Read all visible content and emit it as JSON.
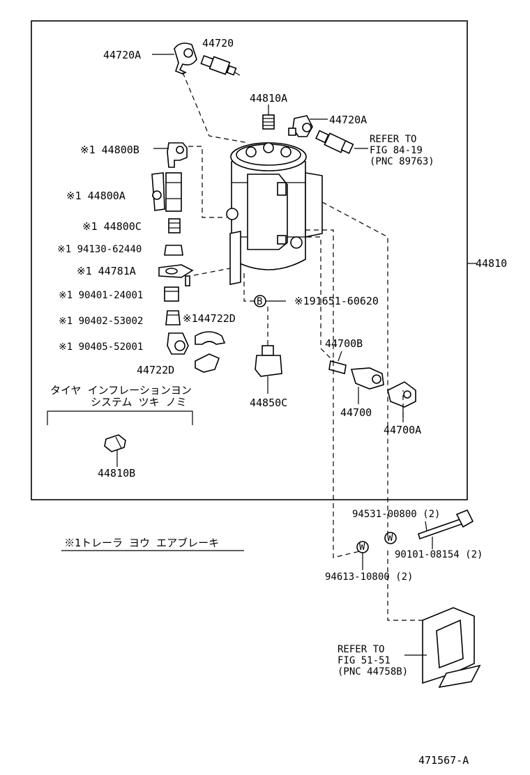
{
  "diagram": {
    "labels": {
      "p44720": "44720",
      "p44720A_top": "44720A",
      "p44810A_top": "44810A",
      "p44720A_right": "44720A",
      "refer1_line1": "REFER TO",
      "refer1_line2": "FIG 84-19",
      "refer1_line3": "(PNC 89763)",
      "p44800B": "※1 44800B",
      "p44800A": "※1 44800A",
      "p44800C": "※1 44800C",
      "p94130": "※1 94130-62440",
      "p44781A": "※1 44781A",
      "p90401": "※1 90401-24001",
      "p90402": "※1 90402-53002",
      "p44722D_top": "※144722D",
      "p90405": "※1 90405-52001",
      "p44722D_bottom": "44722D",
      "p91651": "※191651-60620",
      "p44810": "44810",
      "p44700B": "44700B",
      "p44700": "44700",
      "p44700A": "44700A",
      "p44850C": "44850C",
      "jp_line1": "タイヤ インフレーションヨン",
      "jp_line2": "システム ツキ ノミ",
      "p44810B": "44810B",
      "footnote": "※1トレーラ ヨウ エアブレーキ",
      "p94531": "94531-00800 (2)",
      "p90101": "90101-08154 (2)",
      "p94613": "94613-10800 (2)",
      "refer2_line1": "REFER TO",
      "refer2_line2": "FIG 51-51",
      "refer2_line3": "(PNC 44758B)",
      "figure_code": "471567-A",
      "marker_B": "B",
      "marker_W1": "W",
      "marker_W2": "W"
    }
  }
}
